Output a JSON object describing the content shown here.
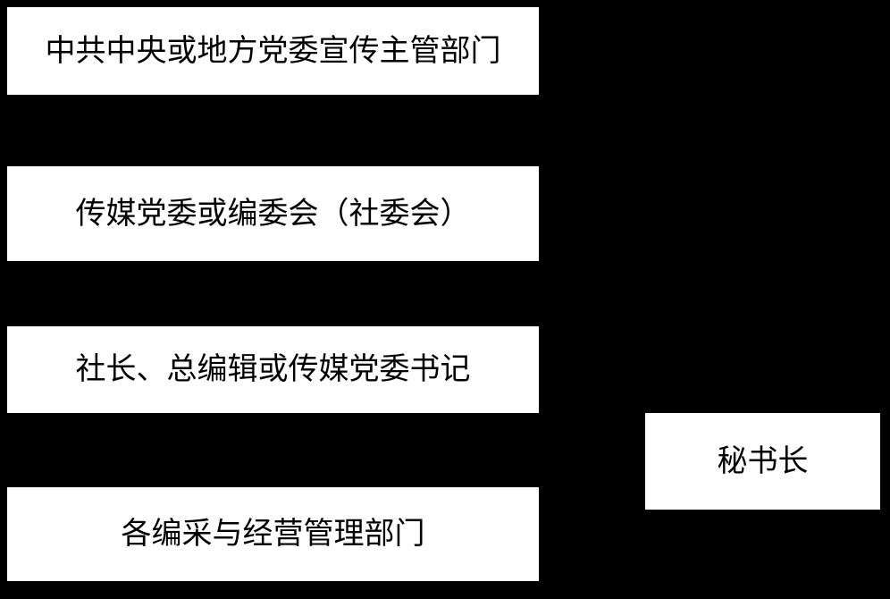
{
  "diagram": {
    "type": "org-chart",
    "background_color": "#000000",
    "node_fill_color": "#ffffff",
    "node_text_color": "#000000",
    "nodes": [
      {
        "id": "propaganda-authority",
        "label": "中共中央或地方党委宣传主管部门"
      },
      {
        "id": "media-party-committee",
        "label": "传媒党委或编委会（社委会）"
      },
      {
        "id": "president-chief-editor",
        "label": "社长、总编辑或传媒党委书记"
      },
      {
        "id": "editorial-management-departments",
        "label": "各编采与经营管理部门"
      },
      {
        "id": "secretary-general",
        "label": "秘书长"
      }
    ]
  }
}
